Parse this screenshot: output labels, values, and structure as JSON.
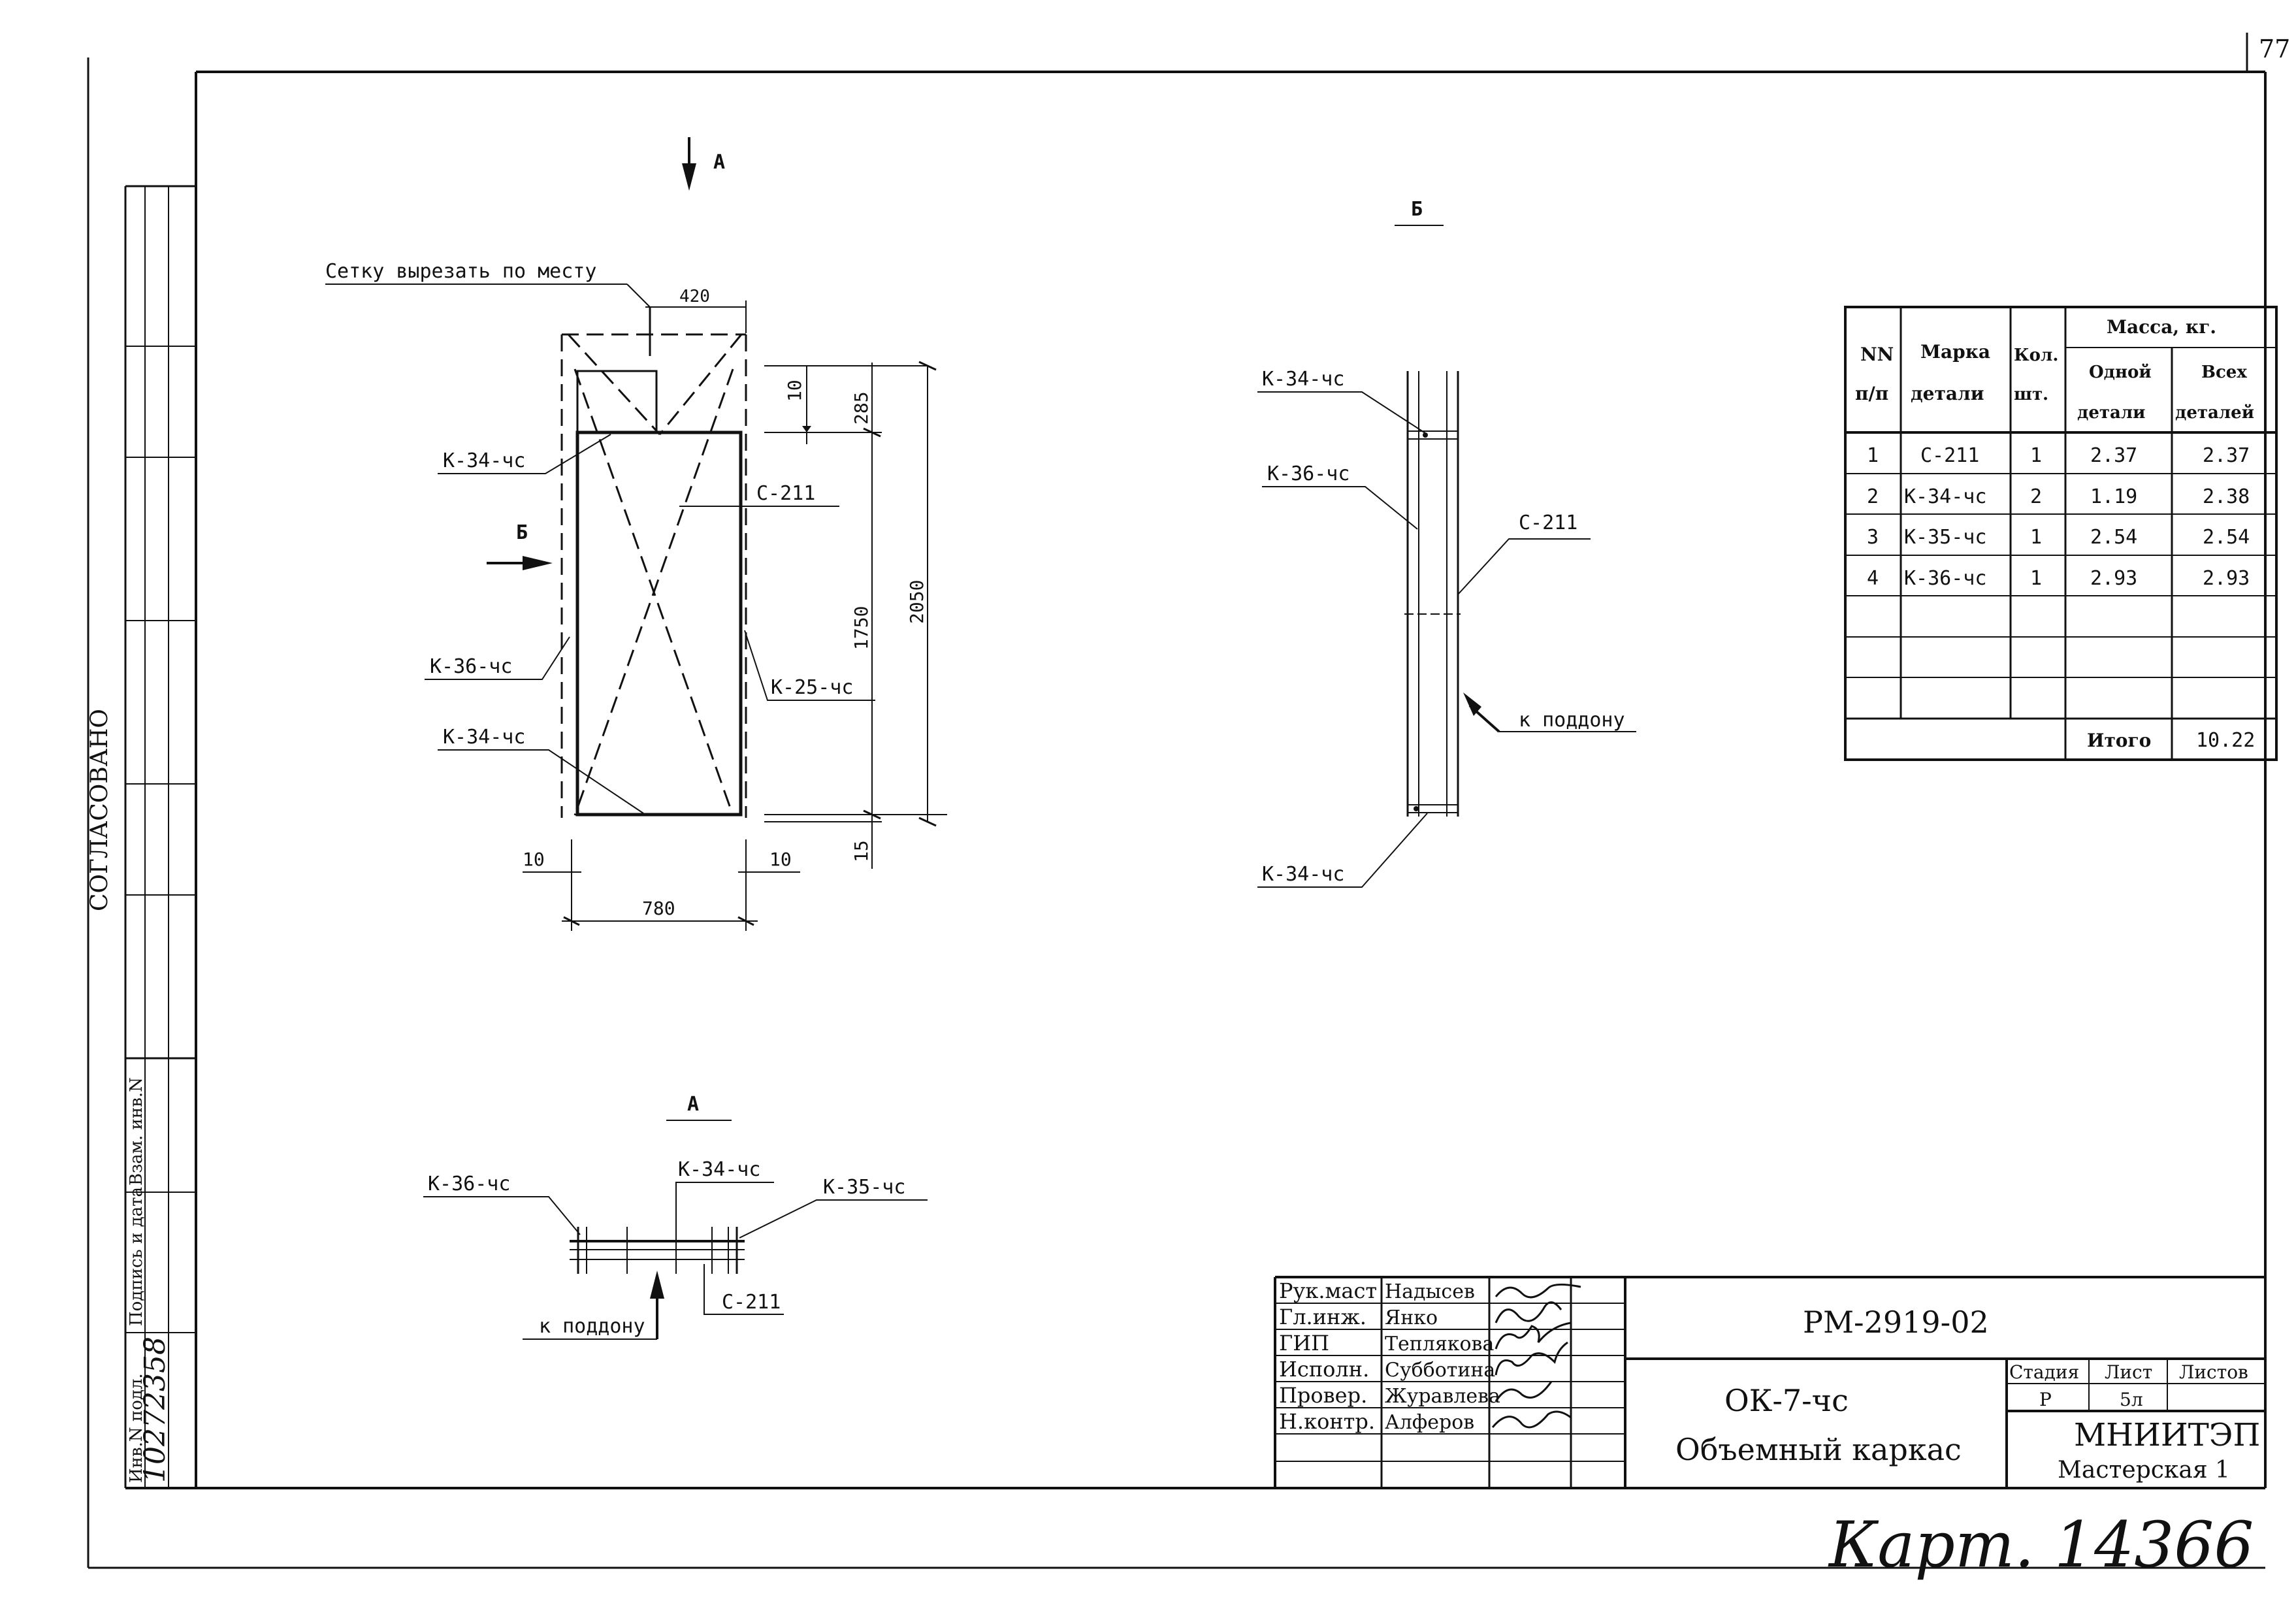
{
  "sheet_number": "77",
  "approval_label": "СОГЛАСОВАНО",
  "side_stamp": {
    "inv_orig_label": "Инв.N подл.",
    "inv_orig_value": "10272358",
    "sign_date_label": "Подпись и дата",
    "vzam_label": "Взам. инв.N"
  },
  "main_view": {
    "section_arrow_a": "А",
    "section_arrow_b": "Б",
    "note_cut_mesh": "Сетку вырезать по месту",
    "labels": {
      "k34_top": "К-34-чс",
      "c211": "С-211",
      "k36": "К-36-чс",
      "k25": "К-25-чс",
      "k34_bottom": "К-34-чс"
    },
    "dimensions": {
      "d420": "420",
      "d10_top": "10",
      "d285": "285",
      "d1750": "1750",
      "d2050": "2050",
      "d15": "15",
      "d10_left": "10",
      "d10_right": "10",
      "d780": "780"
    }
  },
  "view_b": {
    "title": "Б",
    "labels": {
      "k34_top": "К-34-чс",
      "k36": "К-36-чс",
      "c211": "С-211",
      "to_pallet": "к поддону",
      "k34_bottom": "К-34-чс"
    }
  },
  "view_a": {
    "title": "А",
    "labels": {
      "k36": "К-36-чс",
      "k34": "К-34-чс",
      "k35": "К-35-чс",
      "c211": "С-211",
      "to_pallet": "к поддону"
    }
  },
  "spec_table": {
    "headers": {
      "num_top": "NN",
      "num_bottom": "п/п",
      "mark_top": "Марка",
      "mark_bottom": "детали",
      "qty_top": "Кол.",
      "qty_bottom": "шт.",
      "mass": "Масса, кг.",
      "one_top": "Одной",
      "one_bottom": "детали",
      "all_top": "Всех",
      "all_bottom": "деталей"
    },
    "rows": [
      {
        "n": "1",
        "mark": "С-211",
        "qty": "1",
        "one": "2.37",
        "all": "2.37"
      },
      {
        "n": "2",
        "mark": "К-34-чс",
        "qty": "2",
        "one": "1.19",
        "all": "2.38"
      },
      {
        "n": "3",
        "mark": "К-35-чс",
        "qty": "1",
        "one": "2.54",
        "all": "2.54"
      },
      {
        "n": "4",
        "mark": "К-36-чс",
        "qty": "1",
        "one": "2.93",
        "all": "2.93"
      }
    ],
    "total_label": "Итого",
    "total_value": "10.22"
  },
  "title_block": {
    "roles": [
      {
        "role": "Рук.маст",
        "name": "Надысев"
      },
      {
        "role": "Гл.инж.",
        "name": "Янко"
      },
      {
        "role": "ГИП",
        "name": "Теплякова"
      },
      {
        "role": "Исполн.",
        "name": "Субботина"
      },
      {
        "role": "Провер.",
        "name": "Журавлева"
      },
      {
        "role": "Н.контр.",
        "name": "Алферов"
      }
    ],
    "code": "РМ-2919-02",
    "title_line1": "ОК-7-чс",
    "title_line2": "Объемный каркас",
    "stage_label": "Стадия",
    "sheet_label": "Лист",
    "sheets_label": "Листов",
    "stage_value": "Р",
    "sheet_value": "5л",
    "org": "МНИИТЭП",
    "workshop": "Мастерская 1"
  },
  "handwritten_archive": "Карт. 14366"
}
